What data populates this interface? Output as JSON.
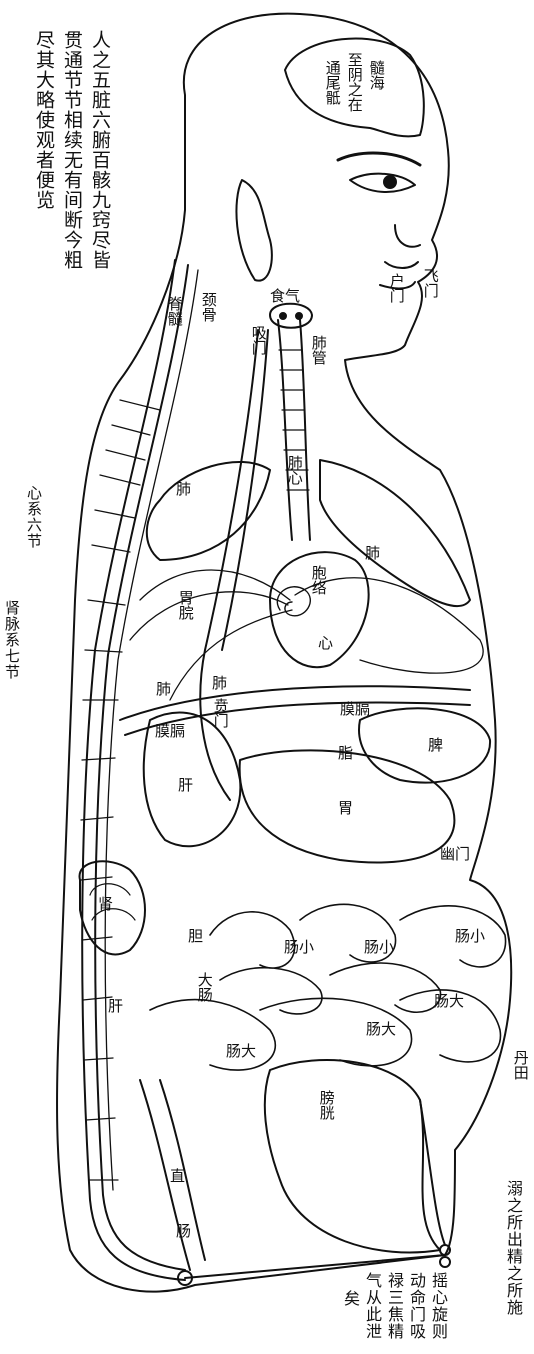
{
  "caption": {
    "col1": "人之五脏六腑百骸九窍尽皆",
    "col2": "贯通节节相续无有间断今粗",
    "col3": "尽其大略使观者便览"
  },
  "side_labels": {
    "heart_system": "心系六节",
    "kidney_vessel": "肾脉系七节"
  },
  "labels": {
    "sui_hai": "髓海",
    "zhi_yin": "至阴之在",
    "tong_wei_lu": "通尾骶",
    "shi_qi": "食气",
    "hu_men": "户门",
    "fei_men": "飞门",
    "ji_sui": "脊髓",
    "jing_gu": "颈骨",
    "xi_men": "吸门",
    "fei_guan": "肺管",
    "fei_xin": "肺心",
    "fei_left": "肺",
    "fei_right": "肺",
    "xin_bao_luo": "胞络",
    "xin": "心",
    "wei_wan": "胃脘",
    "fei_lower": "肺",
    "fei_lower2": "肺",
    "xue_men": "贲门",
    "mo_ge_right": "膜膈",
    "mo_ge_left": "膜膈",
    "zhi": "脂",
    "pi": "脾",
    "gan": "肝",
    "wei": "胃",
    "you_men": "幽门",
    "shen": "肾",
    "dan": "胆",
    "xiao_chang_1": "肠小",
    "xiao_chang_2": "肠小",
    "xiao_chang_3": "肠小",
    "da_chang_label": "大肠",
    "gan_lower": "肝",
    "da_chang_1": "肠大",
    "da_chang_2": "肠大",
    "da_chang_3": "肠大",
    "pang_guang": "膀胱",
    "dan_tian": "丹田",
    "zhi_chang": "直",
    "zhi_chang_2": "肠"
  },
  "bottom_note": {
    "col1": "溺之所出精之所施",
    "col2": "摇心旋则",
    "col3": "动命门吸",
    "col4": "禄三焦精",
    "col5": "气从此泄",
    "col6": "矣"
  }
}
